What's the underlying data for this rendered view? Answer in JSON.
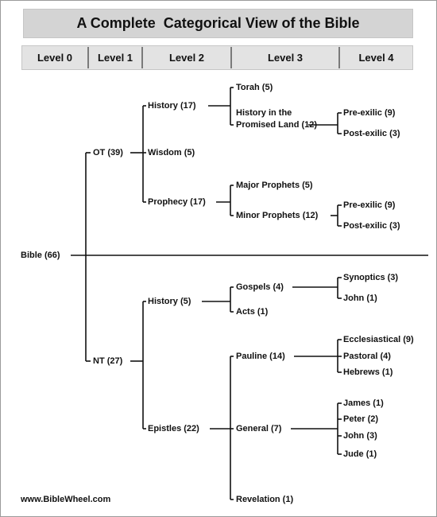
{
  "title": "A Complete  Categorical View of the Bible",
  "levels": [
    "Level 0",
    "Level 1",
    "Level 2",
    "Level 3",
    "Level 4"
  ],
  "nodes": {
    "bible": "Bible (66)",
    "ot": "OT (39)",
    "nt": "NT (27)",
    "ot_history": "History (17)",
    "wisdom": "Wisdom (5)",
    "prophecy": "Prophecy (17)",
    "torah": "Torah (5)",
    "history_promised_line1": "History in the",
    "history_promised_line2": "Promised Land (12)",
    "major_prophets": "Major Prophets (5)",
    "minor_prophets": "Minor Prophets (12)",
    "hist_pre_exilic": "Pre-exilic (9)",
    "hist_post_exilic": "Post-exilic (3)",
    "minor_pre_exilic": "Pre-exilic (9)",
    "minor_post_exilic": "Post-exilic (3)",
    "nt_history": "History (5)",
    "epistles": "Epistles (22)",
    "gospels": "Gospels (4)",
    "acts": "Acts (1)",
    "synoptics": "Synoptics (3)",
    "gospel_john": "John (1)",
    "pauline": "Pauline (14)",
    "general": "General (7)",
    "revelation": "Revelation (1)",
    "ecclesiastical": "Ecclesiastical (9)",
    "pastoral": "Pastoral (4)",
    "hebrews": "Hebrews (1)",
    "james": "James (1)",
    "peter": "Peter (2)",
    "epistle_john": "John (3)",
    "jude": "Jude (1)"
  },
  "footer": "www.BibleWheel.com"
}
